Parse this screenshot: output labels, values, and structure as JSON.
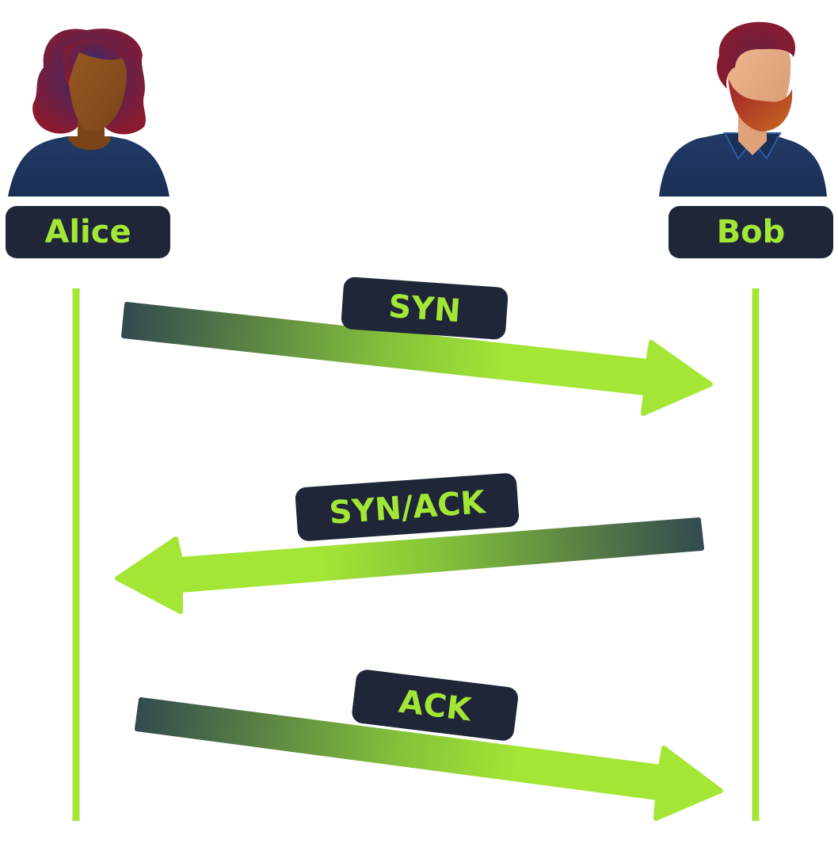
{
  "participants": {
    "left": {
      "name": "Alice",
      "avatar": "woman-avatar-icon"
    },
    "right": {
      "name": "Bob",
      "avatar": "bearded-man-avatar-icon"
    }
  },
  "messages": [
    {
      "label": "SYN",
      "from": "Alice",
      "to": "Bob"
    },
    {
      "label": "SYN/ACK",
      "from": "Bob",
      "to": "Alice"
    },
    {
      "label": "ACK",
      "from": "Alice",
      "to": "Bob"
    }
  ],
  "colors": {
    "accent": "#a3e635",
    "badge": "#1e2638",
    "shirt": "#1f3a66",
    "arrow_start": "#334b4e"
  }
}
